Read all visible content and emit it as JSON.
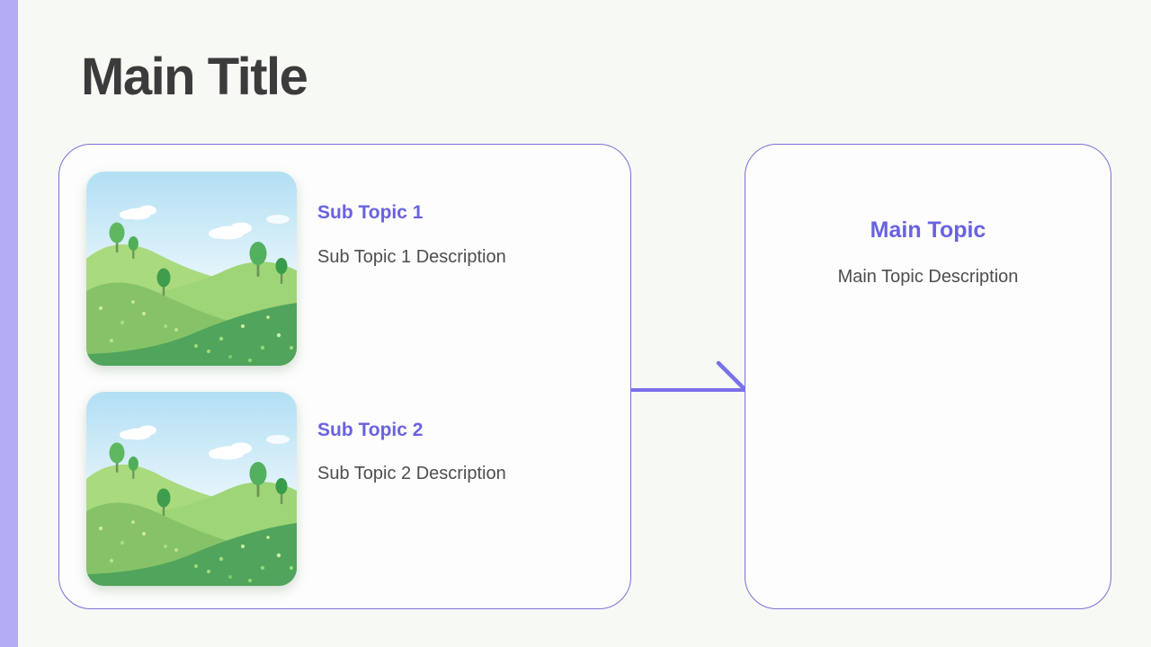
{
  "slide": {
    "title": "Main Title"
  },
  "sub_topics_panel": {
    "items": [
      {
        "title": "Sub Topic 1",
        "description": "Sub Topic 1 Description",
        "image": "landscape-illustration"
      },
      {
        "title": "Sub Topic 2",
        "description": "Sub Topic 2 Description",
        "image": "landscape-illustration"
      }
    ]
  },
  "main_topic_panel": {
    "title": "Main Topic",
    "description": "Main Topic Description"
  },
  "connector": {
    "type": "arrow-right-half-barb"
  },
  "colors": {
    "background": "#f7f9f4",
    "accent_bar": "#b2adf4",
    "panel_border": "#7b6fd6",
    "panel_fill": "#fcfdfc",
    "accent_purple_text": "#6a62e0",
    "title_text": "#3b3b3b",
    "body_text": "#4e4e4e",
    "connector": "#7a70e8"
  }
}
